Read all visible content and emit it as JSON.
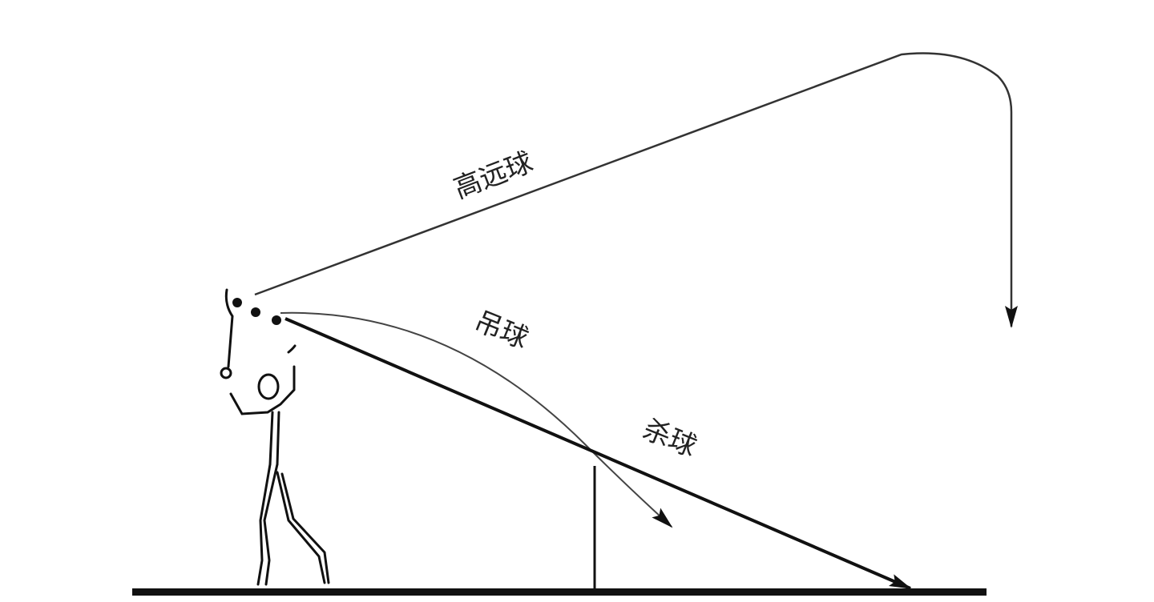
{
  "labels": {
    "clear": "高远球",
    "drop": "吊球",
    "smash": "杀球"
  },
  "colors": {
    "ink": "#111111",
    "trajectory": "#333333",
    "background": "#ffffff"
  }
}
